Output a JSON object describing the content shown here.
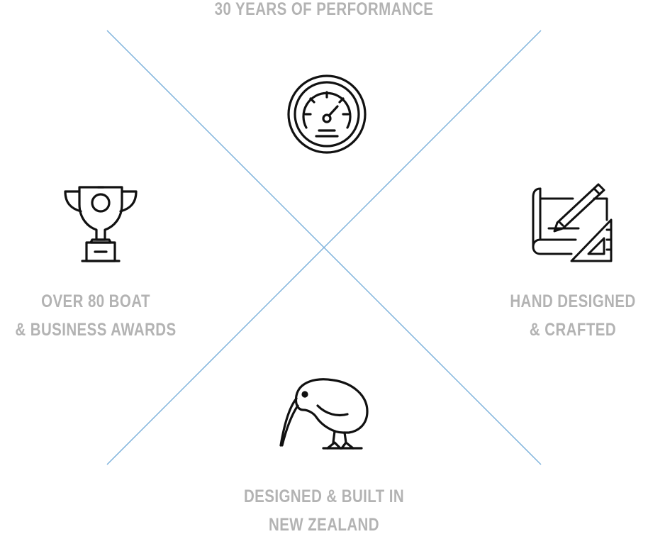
{
  "features": {
    "top": {
      "line1": "30 YEARS OF PERFORMANCE",
      "icon": "speedometer-icon"
    },
    "left": {
      "line1": "OVER 80  BOAT",
      "line2": "& BUSINESS AWARDS",
      "icon": "trophy-icon"
    },
    "right": {
      "line1": "HAND DESIGNED",
      "line2": "& CRAFTED",
      "icon": "blueprint-pencil-icon"
    },
    "bottom": {
      "line1": "DESIGNED & BUILT IN",
      "line2": "NEW ZEALAND",
      "icon": "kiwi-bird-icon"
    }
  },
  "colors": {
    "divider": "#7fb3dc",
    "caption": "#b3b3b3",
    "icon_stroke": "#111111"
  }
}
